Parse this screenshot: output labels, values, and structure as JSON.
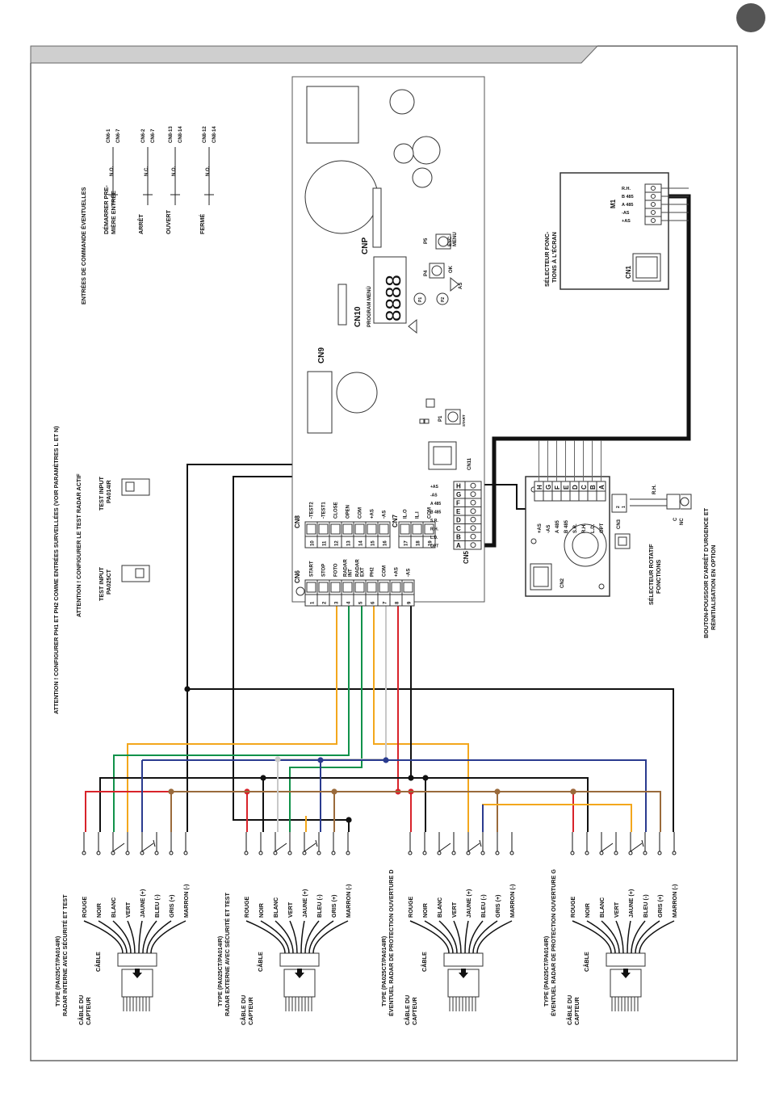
{
  "warnings": {
    "line1": "ATTENTION ! CONFIGURER PH1 ET PH2 COMME ENTRÉES SURVEILLÉES (VOIR PARAMÈTRES L ET N)",
    "line2": "ATTENTION ! CONFIGURER LE TEST RADAR ACTIF"
  },
  "command_inputs": {
    "title": "ENTRÉES DE COMMANDE ÉVENTUELLES",
    "items": [
      {
        "label": "DÉMARRER PRE-\nMIÈRE ENTRÉE",
        "contact": "N.O.",
        "terminals": [
          "CN6-1",
          "CN6-7"
        ]
      },
      {
        "label": "ARRÊT",
        "contact": "N.C.",
        "terminals": [
          "CN6-2",
          "CN6-7"
        ]
      },
      {
        "label": "OUVERT",
        "contact": "N.O.",
        "terminals": [
          "CN8-13",
          "CN8-14"
        ]
      },
      {
        "label": "FERMÉ",
        "contact": "N.O.",
        "terminals": [
          "CN8-12",
          "CN8-14"
        ]
      }
    ]
  },
  "test_inputs": [
    {
      "title": "TEST INPUT",
      "model": "PA025CT"
    },
    {
      "title": "TEST INPUT",
      "model": "PA014IR"
    }
  ],
  "board": {
    "cnp": "CNP",
    "cn10": "CN10",
    "program_menu": "PROGRAM MENÙ",
    "display": "8888",
    "cn9": "CN9",
    "p4": "P4",
    "ok": "OK",
    "p5": "P5",
    "esc_menu": "ESC\nMENU",
    "as": "AS",
    "p1": "P1",
    "start": "START",
    "cn11": "CN11",
    "led1": "P1",
    "led2": "P2",
    "cn8_label": "CN8",
    "cn6_label": "CN6",
    "cn7_label": "CN7",
    "cn5_label": "CN5",
    "cn8": [
      {
        "num": "10",
        "name": "-TEST2"
      },
      {
        "num": "11",
        "name": "-TEST1"
      },
      {
        "num": "12",
        "name": "CLOSE"
      },
      {
        "num": "13",
        "name": "OPEN"
      },
      {
        "num": "14",
        "name": "COM"
      },
      {
        "num": "15",
        "name": "+AS"
      },
      {
        "num": "16",
        "name": "-AS"
      }
    ],
    "cn6": [
      {
        "num": "1",
        "name": "START"
      },
      {
        "num": "2",
        "name": "STOP"
      },
      {
        "num": "3",
        "name": "FOTO"
      },
      {
        "num": "4",
        "name": "RADAR\nINT"
      },
      {
        "num": "5",
        "name": "RADAR\nEXT"
      },
      {
        "num": "6",
        "name": "PH2"
      },
      {
        "num": "7",
        "name": "COM"
      },
      {
        "num": "8",
        "name": "+AS"
      },
      {
        "num": "9",
        "name": "-AS"
      }
    ],
    "cn7": [
      {
        "num": "17",
        "name": "IL.O"
      },
      {
        "num": "18",
        "name": "IL.I"
      },
      {
        "num": "19",
        "name": "COM"
      }
    ],
    "cn5": [
      {
        "letter": "H",
        "name": "+AS"
      },
      {
        "letter": "G",
        "name": "-AS"
      },
      {
        "letter": "F",
        "name": "A 485"
      },
      {
        "letter": "E",
        "name": "B 485"
      },
      {
        "letter": "D",
        "name": "S.R."
      },
      {
        "letter": "C",
        "name": "R.H."
      },
      {
        "letter": "B",
        "name": "L.D."
      },
      {
        "letter": "A",
        "name": "OPT"
      }
    ]
  },
  "rotary": {
    "title": "SÉLECTEUR ROTATIF\nFONCTIONS",
    "letters": [
      "H",
      "G",
      "F",
      "E",
      "D",
      "C",
      "B",
      "A"
    ],
    "names": [
      "+AS",
      "-AS",
      "A 485",
      "B 485",
      "S.R.",
      "R.H.",
      "L.D.",
      "OPT"
    ],
    "cn3": "CN3",
    "cn2": "CN2",
    "cn3_pins": [
      "2",
      "1"
    ]
  },
  "screen_selector": {
    "title": "SÉLECTEUR FONC-\nTIONS À L'ÉCRAN",
    "m1": "M1",
    "cn1": "CN1",
    "pins": [
      "R.H.",
      "B 485",
      "A 485",
      "-AS",
      "+AS"
    ]
  },
  "emergency": {
    "rh": "R.H.",
    "label": "BOUTON-POUSSOIR D'ARRÊT D'URGENCE ET\nRÉINITIALISATION EN OPTION",
    "contact_c": "C",
    "contact_nc": "NC"
  },
  "sensors": [
    {
      "type": "TYPE (PA025CT/PA014IR)",
      "desc": "RADAR INTERNE AVEC SÉCURITÉ ET TEST"
    },
    {
      "type": "TYPE (PA025CT/PA014IR)",
      "desc": "RADAR EXTERNE AVEC SÉCURITÉ ET TEST"
    },
    {
      "type": "TYPE (PA025CT/PA014IR)",
      "desc": "ÉVENTUEL RADAR DE PROTECTION OUVERTURE D"
    },
    {
      "type": "TYPE (PA025CT/PA014IR)",
      "desc": "ÉVENTUEL RADAR DE PROTECTION OUVERTURE G"
    }
  ],
  "sensor_wires": [
    "ROUGE",
    "NOIR",
    "BLANC",
    "VERT",
    "JAUNE (+)",
    "BLEU (-)",
    "GRIS (+)",
    "MARRON (-)"
  ],
  "sensor_cable": {
    "cable": "CÂBLE",
    "sensor_cable": "CÂBLE DU\nCAPTEUR"
  },
  "colors": {
    "red": "#d8232a",
    "black": "#111111",
    "white": "#c8c8c8",
    "green": "#11924a",
    "yellow": "#f3a71c",
    "blue": "#2a3b8f",
    "grey": "#c9c9c9",
    "brown": "#9a6a3b"
  }
}
